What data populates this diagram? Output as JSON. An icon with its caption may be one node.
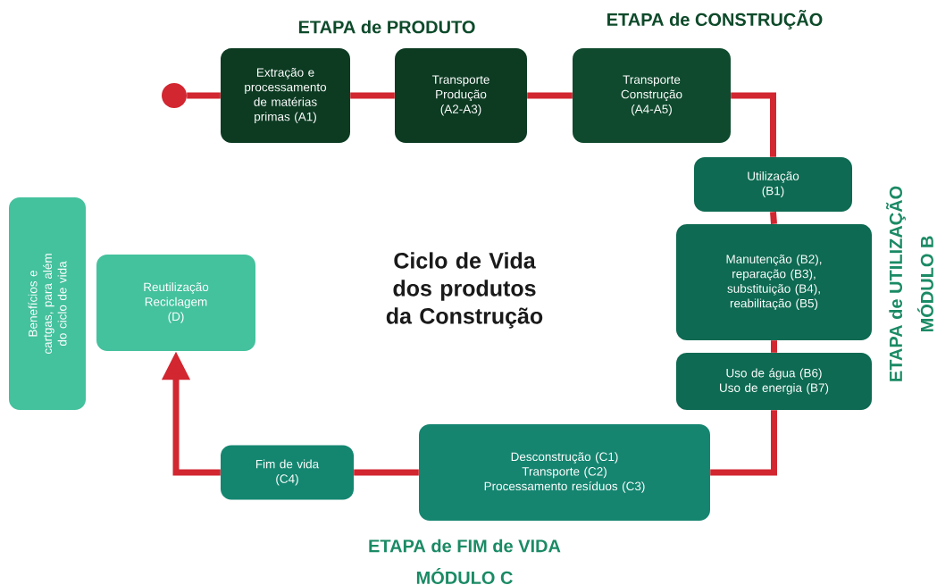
{
  "diagram": {
    "title": "Ciclo de Vida dos produtos da Construção",
    "nodes": [
      {
        "text": [],
        "shape": "circle"
      },
      {
        "text": [
          "Extração e processamento de matérias primas (A1)"
        ]
      },
      {
        "text": [
          "Transporte",
          "Produção",
          "(A2-A3)"
        ]
      },
      {
        "text": [
          "Transporte",
          "Construção",
          "(A4-A5)"
        ]
      },
      {
        "text": [
          "Utilização",
          "(B1)"
        ]
      },
      {
        "text": [
          "Manutenção (B2), reparação (B3), substituição (B4), reabilitação (B5)"
        ]
      },
      {
        "text": [
          "Uso de água (B6)",
          "Uso de energia (B7)"
        ]
      },
      {
        "text": [
          "Desconstrução (C1)",
          "Transporte (C2)",
          "Processamento resíduos (C3)"
        ]
      },
      {
        "text": [
          "Fim de vida",
          "(C4)"
        ]
      },
      {
        "text": [
          "Reutilização",
          "Reciclagem",
          "(D)"
        ]
      },
      {
        "text": [
          "Benefícios e cartgas, para além do ciclo de vida"
        ]
      }
    ],
    "edges": [
      {
        "from": 0,
        "to": 1,
        "arrow": "none"
      },
      {
        "from": 1,
        "to": 2,
        "arrow": "none"
      },
      {
        "from": 2,
        "to": 3,
        "arrow": "none"
      },
      {
        "from": 3,
        "to": 4,
        "arrow": "none"
      },
      {
        "from": 4,
        "to": 5,
        "arrow": "none"
      },
      {
        "from": 5,
        "to": 6,
        "arrow": "none"
      },
      {
        "from": 6,
        "to": 7,
        "arrow": "none"
      },
      {
        "from": 7,
        "to": 8,
        "arrow": "none"
      },
      {
        "from": 8,
        "to": 9,
        "arrow": "to"
      }
    ],
    "labels": [
      "ETAPA de PRODUTO",
      "ETAPA de CONSTRUÇÃO",
      "ETAPA de UTILIZAÇÃO",
      "MÓDULO B",
      "ETAPA de FIM de VIDA",
      "MÓDULO C"
    ]
  }
}
